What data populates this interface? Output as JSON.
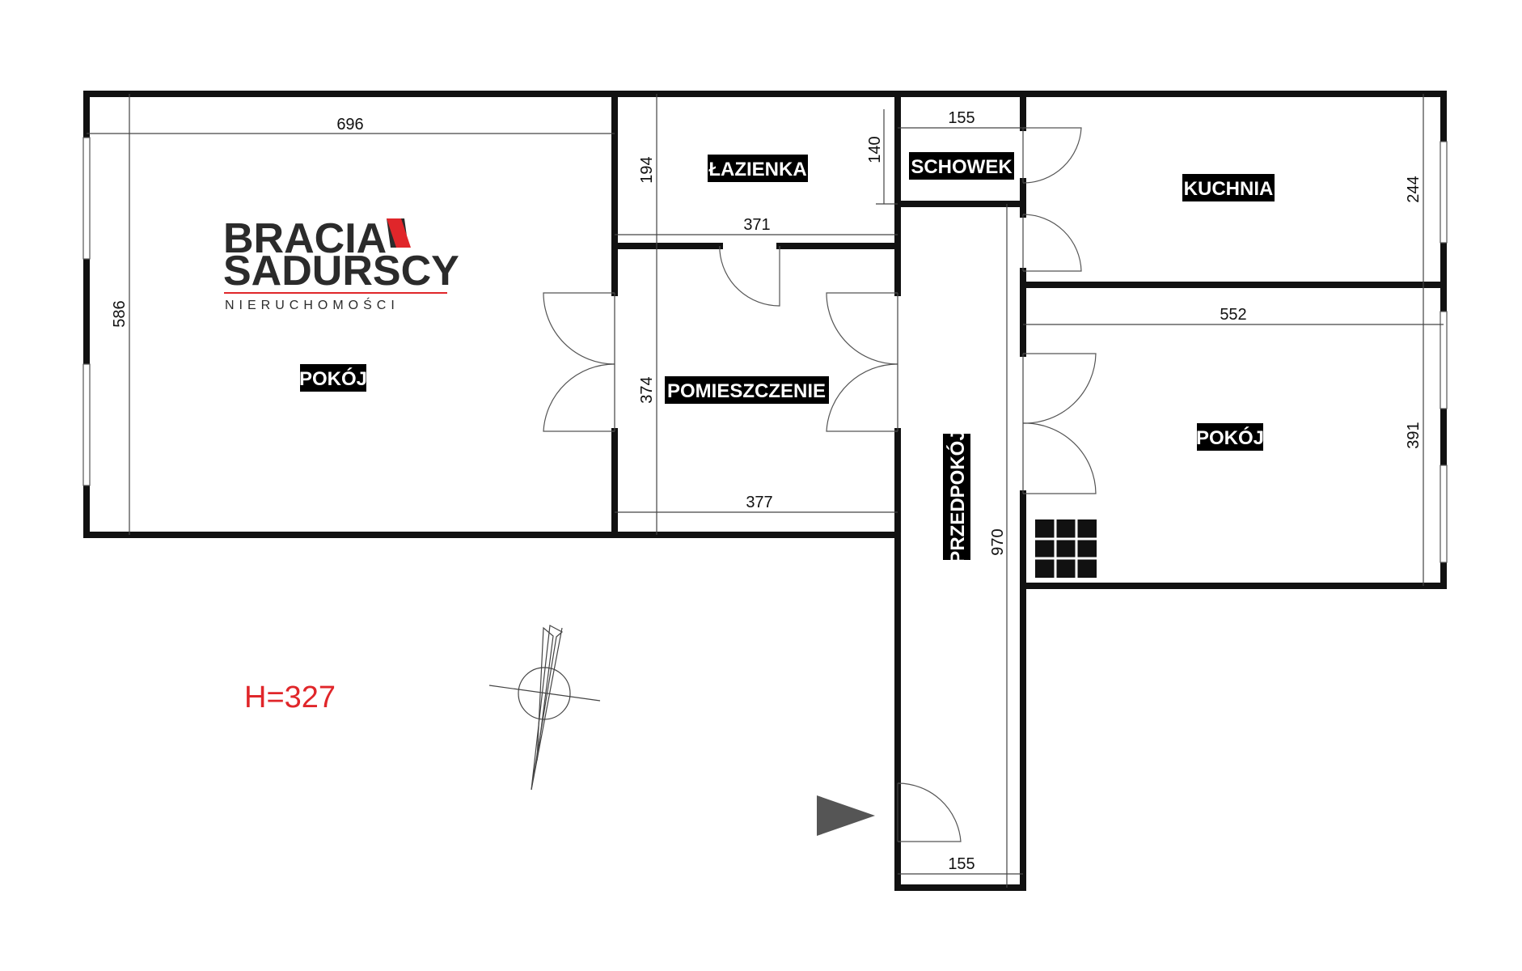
{
  "rooms": [
    {
      "id": "pokoj-left",
      "label": "POKÓJ"
    },
    {
      "id": "lazienka",
      "label": "ŁAZIENKA"
    },
    {
      "id": "schowek",
      "label": "SCHOWEK"
    },
    {
      "id": "kuchnia",
      "label": "KUCHNIA"
    },
    {
      "id": "pomieszczenie",
      "label": "POMIESZCZENIE"
    },
    {
      "id": "przedpokoj",
      "label": "PRZEDPOKÓJ"
    },
    {
      "id": "pokoj-right",
      "label": "POKÓJ"
    }
  ],
  "dimensions": {
    "pokoj_left_width": "696",
    "pokoj_left_height": "586",
    "lazienka_height": "194",
    "lazienka_width": "371",
    "lazienka_inner": "140",
    "schowek_width": "155",
    "kuchnia_height": "244",
    "pokoj_right_width": "552",
    "pokoj_right_height": "391",
    "pomieszczenie_height": "374",
    "pomieszczenie_width": "377",
    "przedpokoj_length": "970",
    "przedpokoj_width": "155"
  },
  "ceiling_height": "H=327",
  "logo": {
    "line1": "BRACIA",
    "line2": "SADURSCY",
    "line3": "NIERUCHOMOŚCI",
    "accent_color": "#e0262a",
    "text_color": "#2b2b2b"
  },
  "icons": {
    "compass": "north-arrow-icon",
    "entrance": "entrance-triangle-icon",
    "stove": "stove-grid-icon"
  },
  "colors": {
    "walls": "#111111",
    "label_background": "#000000",
    "label_text": "#ffffff",
    "height_text": "#e0262a"
  }
}
